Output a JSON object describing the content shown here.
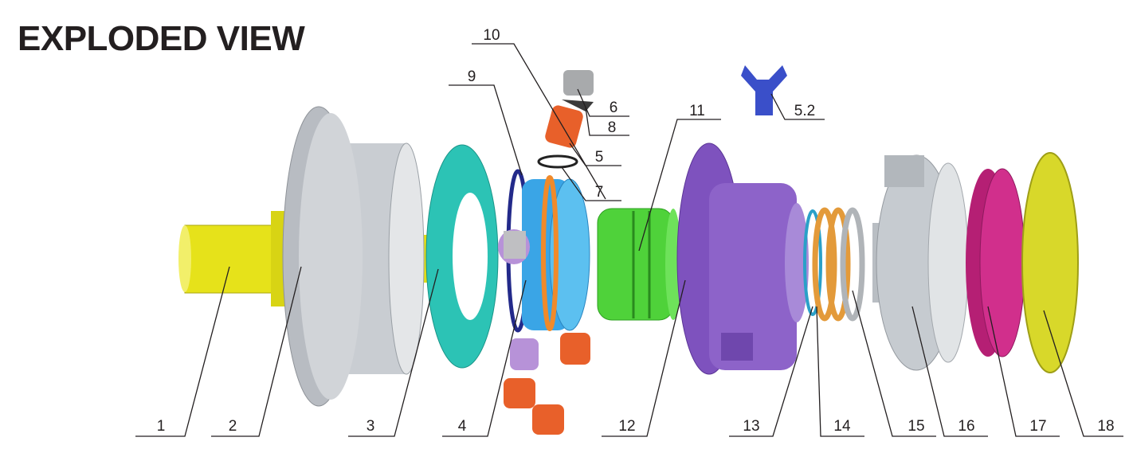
{
  "title": "EXPLODED VIEW",
  "parts": {
    "p1": "1",
    "p2": "2",
    "p3": "3",
    "p4": "4",
    "p5": "5",
    "p5_2": "5.2",
    "p6": "6",
    "p7": "7",
    "p8": "8",
    "p9": "9",
    "p10": "10",
    "p11": "11",
    "p12": "12",
    "p13": "13",
    "p14": "14",
    "p15": "15",
    "p16": "16",
    "p17": "17",
    "p18": "18"
  },
  "colors": {
    "shaft": "#e6e21a",
    "flange": "#c9cdd2",
    "ring3": "#2cc3b5",
    "rotor": "#3aa5e6",
    "orange": "#e8602a",
    "green": "#4fd23a",
    "housing12": "#8d63c9",
    "housing16": "#c6cbd0",
    "part17": "#d12f8c",
    "disk18": "#d8d82a",
    "part52": "#3a4fc9"
  }
}
